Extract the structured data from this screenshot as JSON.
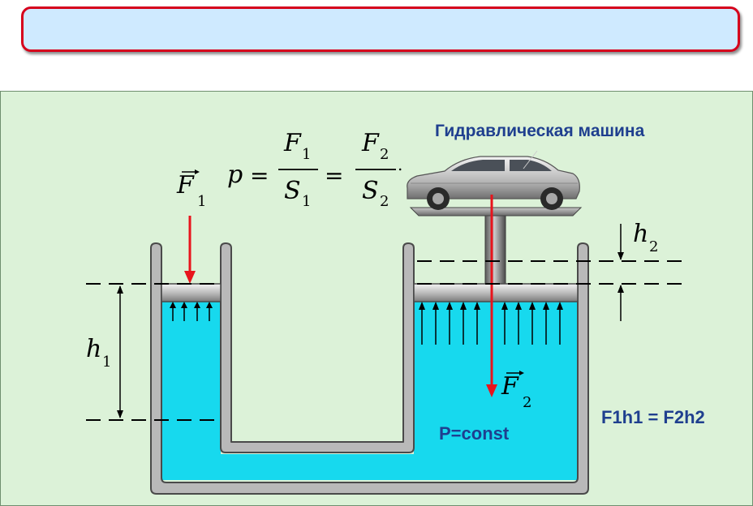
{
  "banner": {
    "text": ""
  },
  "diagram": {
    "title": "Гидравлическая машина",
    "formula": {
      "p": "p",
      "eq": "=",
      "f1": "F",
      "f1_sub": "1",
      "s1": "S",
      "s1_sub": "1",
      "f2": "F",
      "f2_sub": "2",
      "s2": "S",
      "s2_sub": "2",
      "dot": "."
    },
    "force_left": {
      "symbol": "F",
      "sub": "1"
    },
    "force_right": {
      "symbol": "F",
      "sub": "2"
    },
    "height_left": {
      "symbol": "h",
      "sub": "1"
    },
    "height_right": {
      "symbol": "h",
      "sub": "2"
    },
    "work_equation": "F1h1 = F2h2",
    "pressure_label": "P=const",
    "colors": {
      "fluid": "#17d9ee",
      "background": "#dcf2d8",
      "force_arrow": "#e8141c",
      "text_blue": "#1f3f8f",
      "banner_fill": "#cfeaff",
      "banner_border": "#d6001c"
    }
  }
}
